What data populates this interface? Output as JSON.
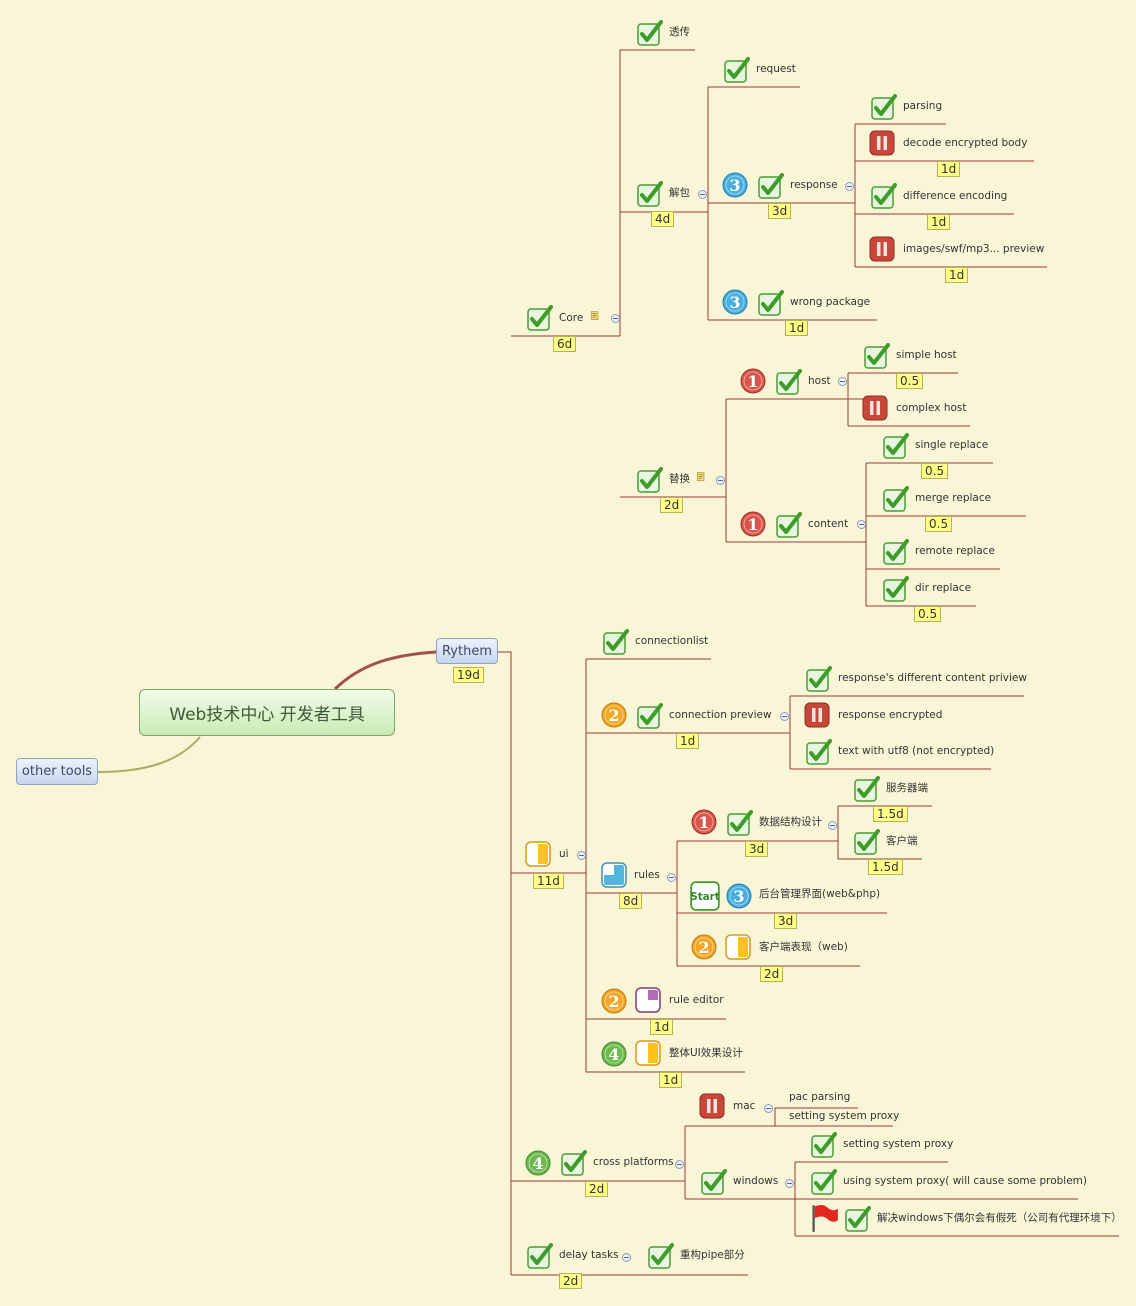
{
  "central": "Web技术中心 开发者工具",
  "other_tools": "other tools",
  "rythem": {
    "label": "Rythem",
    "dur": "19d"
  },
  "core": {
    "label": "Core",
    "dur": "6d"
  },
  "touchuan": "透传",
  "jiebao": {
    "label": "解包",
    "dur": "4d"
  },
  "request": "request",
  "response": {
    "label": "response",
    "dur": "3d"
  },
  "parsing": "parsing",
  "decode": {
    "label": "decode encrypted body",
    "dur": "1d"
  },
  "diffenc": {
    "label": "difference encoding",
    "dur": "1d"
  },
  "images": {
    "label": "images/swf/mp3...  preview",
    "dur": "1d"
  },
  "wrong": {
    "label": "wrong package",
    "dur": "1d"
  },
  "tihuan": {
    "label": "替换",
    "dur": "2d"
  },
  "host": "host",
  "simplehost": {
    "label": "simple host",
    "dur": "0.5"
  },
  "complexhost": "complex host",
  "content": "content",
  "single": {
    "label": "single replace",
    "dur": "0.5"
  },
  "merge": {
    "label": "merge replace",
    "dur": "0.5"
  },
  "remote": "remote replace",
  "dir": {
    "label": "dir replace",
    "dur": "0.5"
  },
  "ui": {
    "label": "ui",
    "dur": "11d"
  },
  "connlist": "connectionlist",
  "connprev": {
    "label": "connection preview",
    "dur": "1d"
  },
  "respdiff": "response's different content priview",
  "respenc": "response encrypted",
  "utf8": "text with utf8 (not encrypted)",
  "rules": {
    "label": "rules",
    "dur": "8d"
  },
  "datastruct": {
    "label": "数据结构设计",
    "dur": "3d"
  },
  "server": {
    "label": "服务器端",
    "dur": "1.5d"
  },
  "client": {
    "label": "客户端",
    "dur": "1.5d"
  },
  "backend": {
    "label": "后台管理界面(web&php)",
    "dur": "3d"
  },
  "clientweb": {
    "label": "客户端表现（web)",
    "dur": "2d"
  },
  "ruleeditor": {
    "label": "rule editor",
    "dur": "1d"
  },
  "overallui": {
    "label": "整体UI效果设计",
    "dur": "1d"
  },
  "cross": {
    "label": "cross platforms",
    "dur": "2d"
  },
  "mac": "mac",
  "pac": "pac parsing",
  "setproxy_mac": "setting system proxy",
  "windows": "windows",
  "setproxy_win": "setting system proxy",
  "usingproxy": "using system proxy( will cause some problem)",
  "fixwin": "解决windows下偶尔会有假死（公司有代理环境下）",
  "delay": {
    "label": "delay tasks",
    "dur": "2d"
  },
  "refactor": "重构pipe部分",
  "start_text": "Start",
  "colors": {
    "branch": "#9b3a34",
    "check": "#3e9c2a",
    "pause": "#c0392b"
  },
  "icons": [
    "check-icon",
    "pause-icon",
    "priority-icon",
    "progress-icon",
    "note-icon",
    "flag-icon",
    "start-icon"
  ]
}
